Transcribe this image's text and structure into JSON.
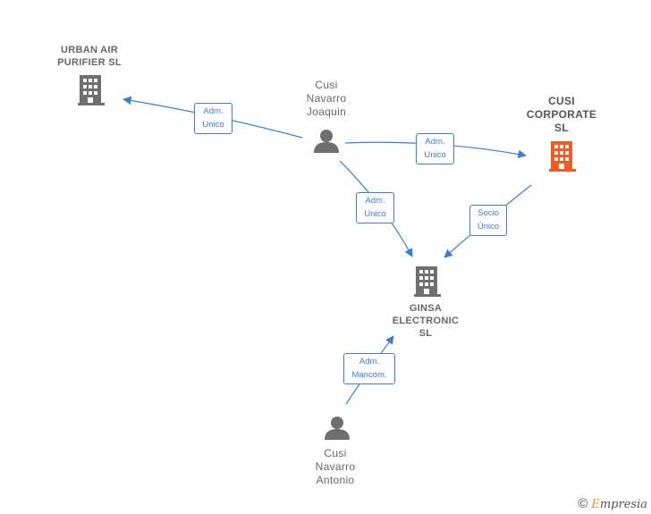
{
  "nodes": {
    "urban_air": {
      "label": "URBAN AIR\nPURIFIER  SL",
      "type": "company",
      "color": "#6f6f6f"
    },
    "cusi_corporate": {
      "label": "CUSI\nCORPORATE\nSL",
      "type": "company",
      "color": "#f15a22"
    },
    "ginsa": {
      "label": "GINSA\nELECTRONIC\nSL",
      "type": "company",
      "color": "#6f6f6f"
    },
    "cusi_joaquin": {
      "label": "Cusi\nNavarro\nJoaquin",
      "type": "person",
      "color": "#6f6f6f"
    },
    "cusi_antonio": {
      "label": "Cusi\nNavarro\nAntonio",
      "type": "person",
      "color": "#6f6f6f"
    }
  },
  "edges": {
    "joaquin_urban": {
      "label": "Adm.\nUnico",
      "from": "cusi_joaquin",
      "to": "urban_air"
    },
    "joaquin_corporate": {
      "label": "Adm.\nUnico",
      "from": "cusi_joaquin",
      "to": "cusi_corporate"
    },
    "joaquin_ginsa": {
      "label": "Adm.\nUnico",
      "from": "cusi_joaquin",
      "to": "ginsa"
    },
    "corporate_ginsa": {
      "label": "Socio\nÚnico",
      "from": "cusi_corporate",
      "to": "ginsa"
    },
    "antonio_ginsa": {
      "label": "Adm.\nMancom.",
      "from": "cusi_antonio",
      "to": "ginsa"
    }
  },
  "colors": {
    "edge": "#3b7dd8",
    "node_default": "#6f6f6f",
    "node_highlight": "#f15a22"
  },
  "brand": {
    "copyright": "©",
    "initial": "E",
    "rest": "mpresia"
  }
}
